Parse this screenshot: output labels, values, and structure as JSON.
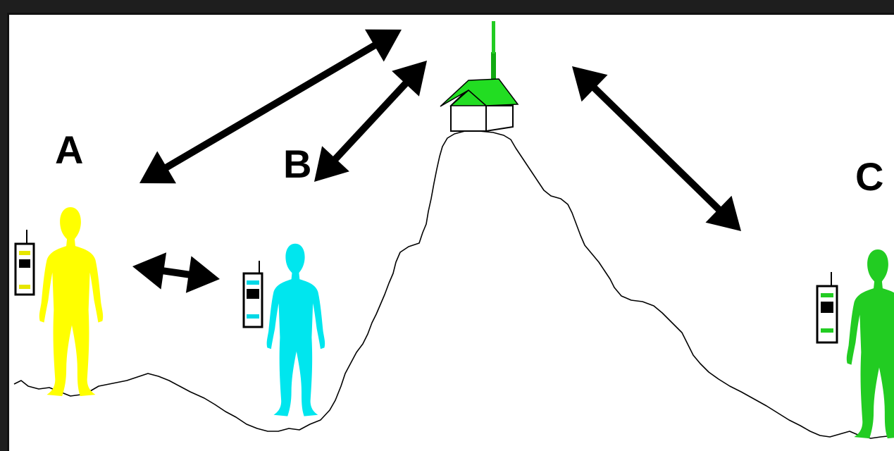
{
  "labels": {
    "a": "A",
    "b": "B",
    "c": "C"
  },
  "colors": {
    "person_a": "#ffff00",
    "person_b": "#00e6ee",
    "person_c": "#22cc22",
    "roof": "#22dd22",
    "antenna": "#11aa11",
    "arrows": "#000000",
    "terrain": "#000000"
  },
  "figures": [
    {
      "id": "person-a",
      "color_key": "person_a"
    },
    {
      "id": "person-b",
      "color_key": "person_b"
    },
    {
      "id": "person-c",
      "color_key": "person_c"
    }
  ]
}
